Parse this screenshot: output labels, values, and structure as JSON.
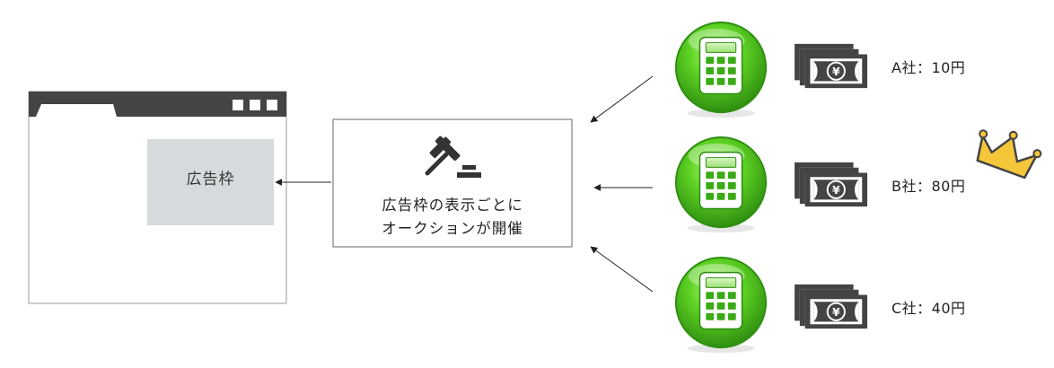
{
  "ad_slot": {
    "label": "広告枠"
  },
  "auction": {
    "caption_line1": "広告枠の表示ごとに",
    "caption_line2": "オークションが開催"
  },
  "bidders": [
    {
      "label": "A社：10円",
      "winner": false
    },
    {
      "label": "B社：80円",
      "winner": true
    },
    {
      "label": "C社：40円",
      "winner": false
    }
  ],
  "colors": {
    "browser_bar": "#444444",
    "slot_fill": "#d5dadd",
    "calc_green": "#4cc81e",
    "crown": "#f4c73a",
    "money": "#444444"
  },
  "icons": [
    "browser-window-icon",
    "gavel-icon",
    "calculator-icon",
    "money-stack-icon",
    "crown-icon"
  ]
}
